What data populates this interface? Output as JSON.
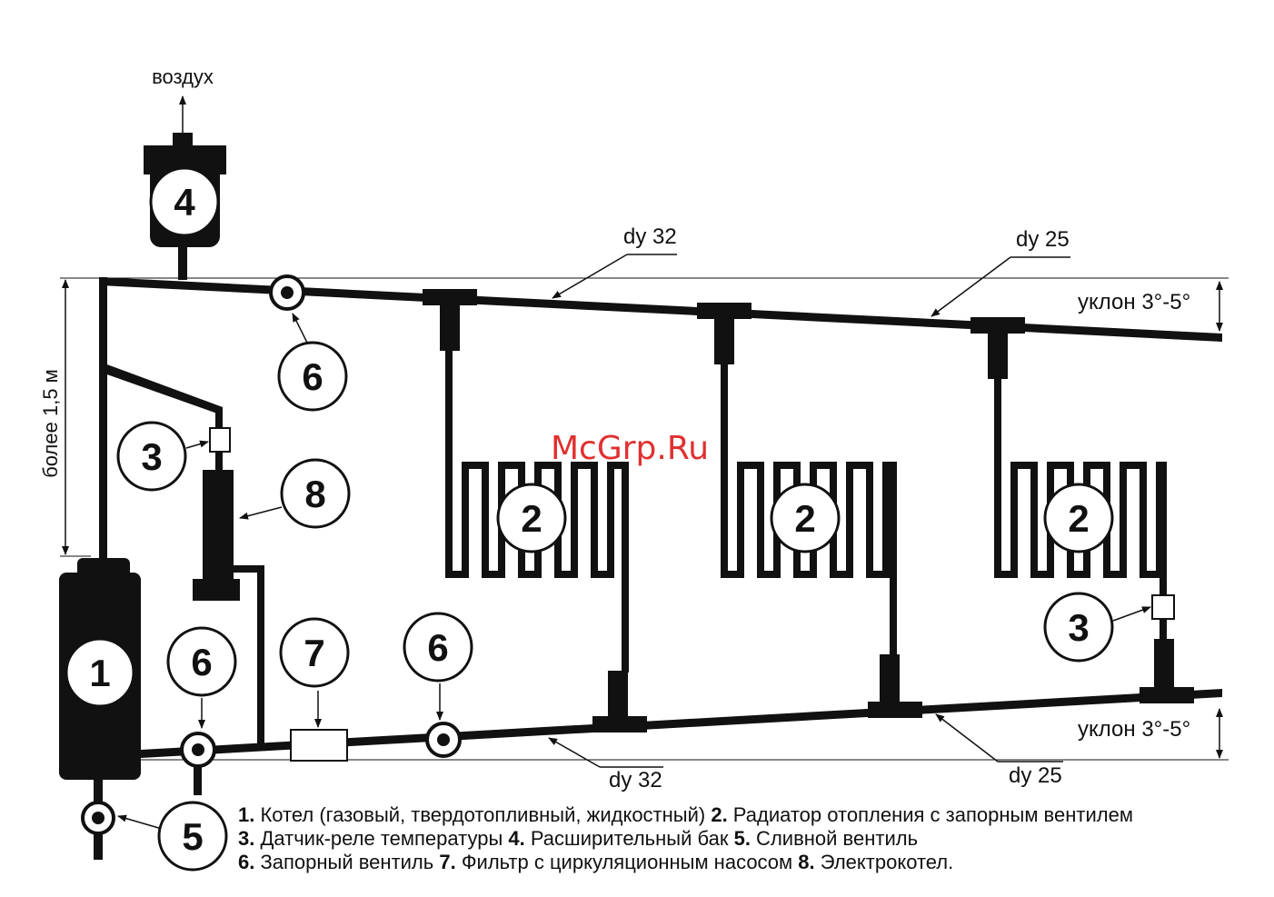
{
  "labels": {
    "air": "воздух",
    "height": "более 1,5 м",
    "pipe_top_left": "dy 32",
    "pipe_top_right": "dy 25",
    "pipe_bottom_left": "dy 32",
    "pipe_bottom_right": "dy 25",
    "slope_top": "уклон 3°-5°",
    "slope_bottom": "уклон 3°-5°",
    "watermark": "McGrp.Ru"
  },
  "markers": {
    "boiler": "1",
    "radiator_1": "2",
    "radiator_2": "2",
    "radiator_3": "2",
    "sensor_left": "3",
    "sensor_right": "3",
    "tank": "4",
    "drain": "5",
    "valve_top": "6",
    "valve_bottom_left": "6",
    "valve_bottom_mid": "6",
    "filter_pump": "7",
    "electric_boiler": "8"
  },
  "legend": [
    [
      {
        "num": "1.",
        "text": " Котел (газовый, твердотопливный, жидкостный)  "
      },
      {
        "num": "2.",
        "text": " Радиатор отопления с запорным вентилем"
      }
    ],
    [
      {
        "num": "3.",
        "text": " Датчик-реле температуры  "
      },
      {
        "num": "4.",
        "text": " Расширительный бак  "
      },
      {
        "num": "5.",
        "text": " Сливной вентиль"
      }
    ],
    [
      {
        "num": "6.",
        "text": " Запорный вентиль  "
      },
      {
        "num": "7.",
        "text": " Фильтр с циркуляционным насосом  "
      },
      {
        "num": "8.",
        "text": " Электрокотел."
      }
    ]
  ]
}
